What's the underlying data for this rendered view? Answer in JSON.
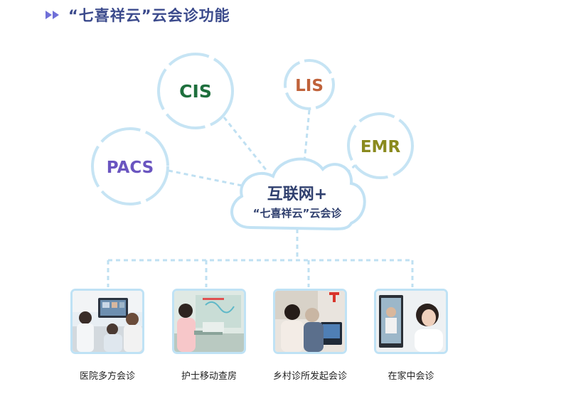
{
  "header": {
    "title": "“七喜祥云”云会诊功能",
    "arrows_icon": "double-triangle-right-icon",
    "arrow_color": "#6f6fd8"
  },
  "center": {
    "line1": "互联网+",
    "line2": "“七喜祥云”云会诊"
  },
  "systems": [
    {
      "id": "cis",
      "label": "CIS",
      "color": "#1e6f3d"
    },
    {
      "id": "lis",
      "label": "LIS",
      "color": "#c0623a"
    },
    {
      "id": "pacs",
      "label": "PACS",
      "color": "#6a55c0"
    },
    {
      "id": "emr",
      "label": "EMR",
      "color": "#8a8a1e"
    }
  ],
  "scenarios": [
    {
      "id": "hospital",
      "label": "医院多方会诊"
    },
    {
      "id": "nurse",
      "label": "护士移动查房"
    },
    {
      "id": "village",
      "label": "乡村诊所发起会诊"
    },
    {
      "id": "home",
      "label": "在家中会诊"
    }
  ],
  "colors": {
    "ring": "#c6e4f4",
    "line": "#bfe0f2",
    "cloud_fill": "#ffffff",
    "cloud_stroke": "#c2e2f4",
    "center_text": "#2f3f6e"
  }
}
